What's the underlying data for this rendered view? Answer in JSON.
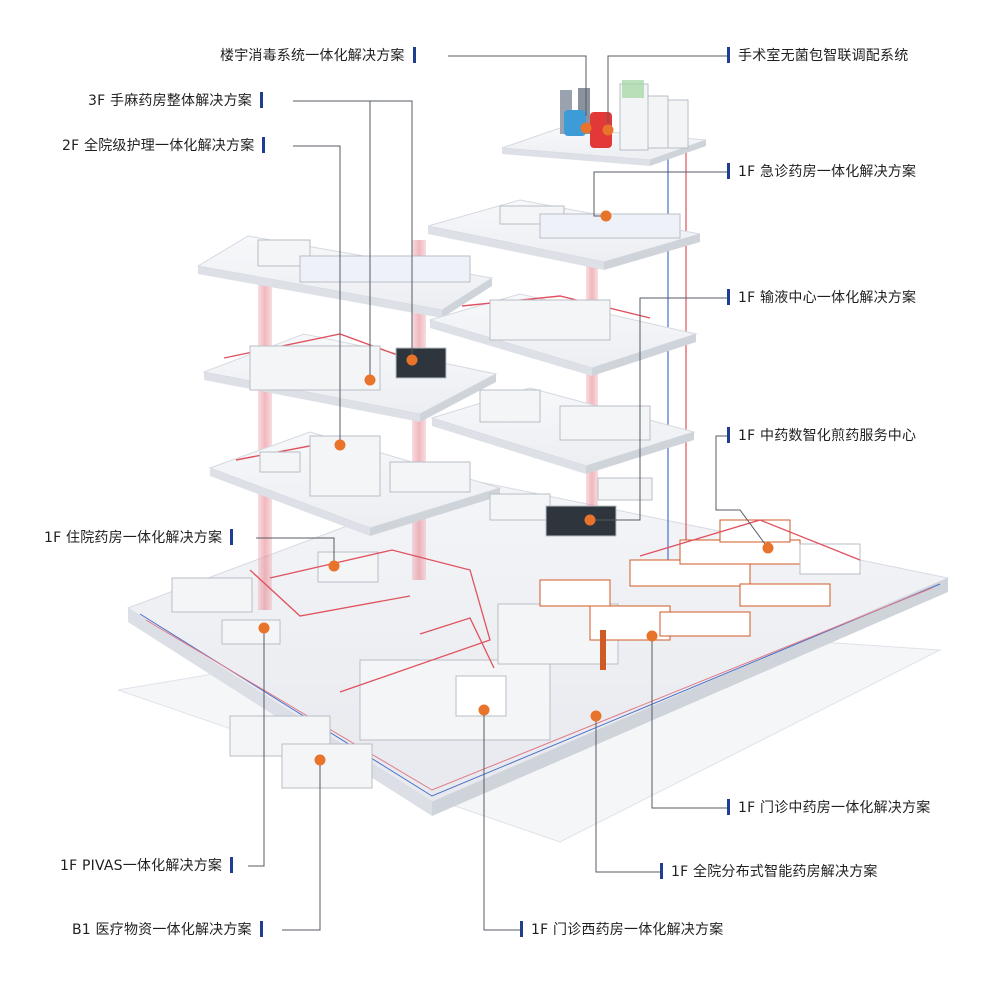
{
  "accent_orange": "#e8742b",
  "bar_blue": "#1e3f8f",
  "line_red": "#d9534f",
  "line_blue": "#4a6fc9",
  "labels": {
    "building_disinfection": "楼宇消毒系统一体化解决方案",
    "or_sterile_kit": "手术室无菌包智联调配系统",
    "f3_narcotic_pharmacy": "3F 手麻药房整体解决方案",
    "f2_nursing": "2F 全院级护理一体化解决方案",
    "f1_emergency_pharmacy": "1F 急诊药房一体化解决方案",
    "f1_infusion_center": "1F 输液中心一体化解决方案",
    "f1_tcm_decoction": "1F 中药数智化煎药服务中心",
    "f1_inpatient_pharmacy": "1F 住院药房一体化解决方案",
    "f1_outpatient_tcm": "1F 门诊中药房一体化解决方案",
    "f1_distributed_pharmacy": "1F 全院分布式智能药房解决方案",
    "f1_pivas": "1F PIVAS一体化解决方案",
    "b1_medical_supplies": "B1 医疗物资一体化解决方案",
    "f1_outpatient_western": "1F 门诊西药房一体化解决方案"
  }
}
